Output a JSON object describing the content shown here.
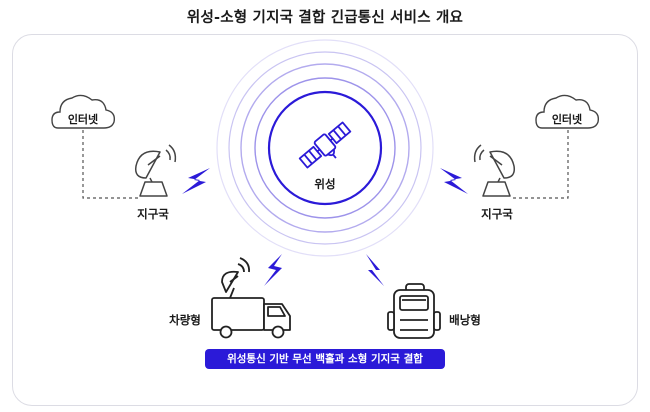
{
  "title": "위성-소형 기지국 결합 긴급통신 서비스 개요",
  "nodes": {
    "internet_left": "인터넷",
    "internet_right": "인터넷",
    "ground_left": "지구국",
    "ground_right": "지구국",
    "satellite": "위성",
    "vehicle": "차량형",
    "backpack": "배낭형"
  },
  "banner": "위성통신 기반 무선 백홀과 소형 기지국 결합",
  "colors": {
    "accent": "#2b1ad8",
    "ring_light": "#c9c4f2",
    "ring_mid": "#9d93ea",
    "line": "#555555"
  },
  "icons": [
    "cloud-icon",
    "satellite-dish-icon",
    "satellite-icon",
    "lightning-icon",
    "truck-icon",
    "backpack-icon"
  ]
}
